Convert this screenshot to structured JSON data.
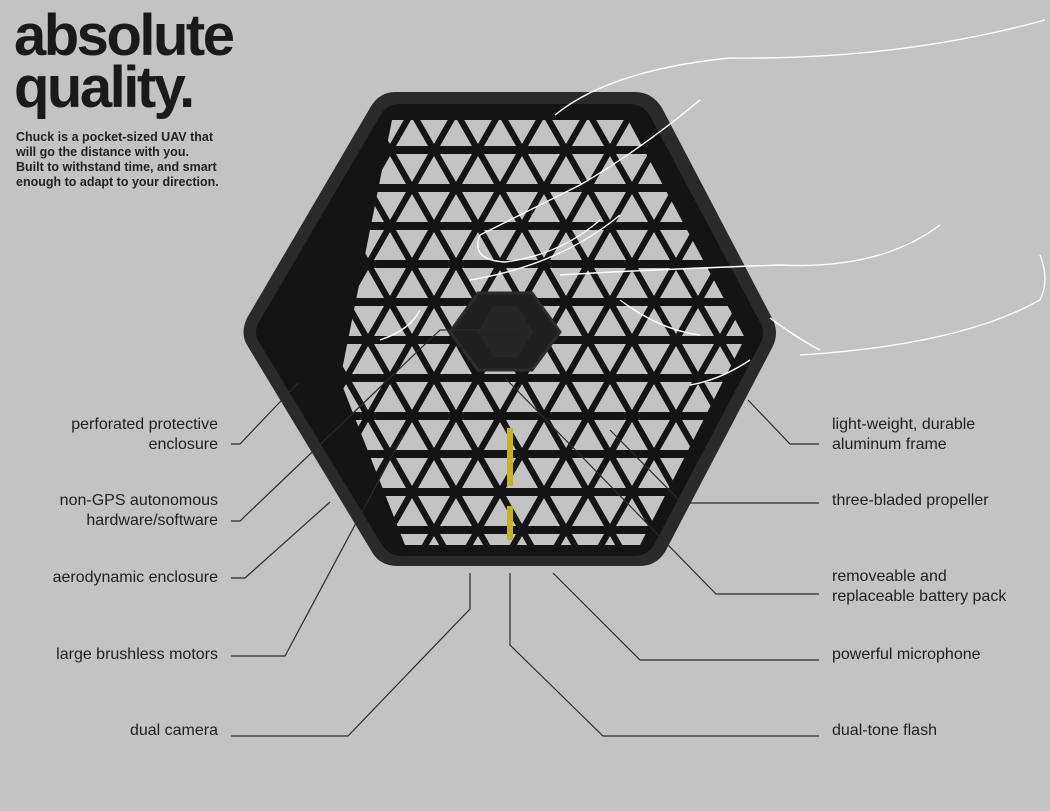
{
  "headline": {
    "line1": "absolute",
    "line2": "quality."
  },
  "intro": {
    "lines": [
      "Chuck is a pocket-sized UAV that",
      "will go the distance with you.",
      "Built to withstand time, and smart",
      "enough to adapt to your direction."
    ]
  },
  "callouts_left": [
    {
      "lines": [
        "perforated protective",
        "enclosure"
      ]
    },
    {
      "lines": [
        "non-GPS autonomous",
        "hardware/software"
      ]
    },
    {
      "lines": [
        "aerodynamic enclosure"
      ]
    },
    {
      "lines": [
        "large brushless motors"
      ]
    },
    {
      "lines": [
        "dual camera"
      ]
    }
  ],
  "callouts_right": [
    {
      "lines": [
        "light-weight, durable",
        "aluminum frame"
      ]
    },
    {
      "lines": [
        "three-bladed propeller"
      ]
    },
    {
      "lines": [
        "removeable and",
        "replaceable battery pack"
      ]
    },
    {
      "lines": [
        "powerful microphone"
      ]
    },
    {
      "lines": [
        "dual-tone flash"
      ]
    }
  ],
  "colors": {
    "background": "#c3c3c3",
    "device_body": "#141414",
    "device_frame": "#2a2a2a",
    "leader_line": "#2b2b2b",
    "hand_outline": "#ffffff",
    "battery_accent": "#c8b21c"
  }
}
